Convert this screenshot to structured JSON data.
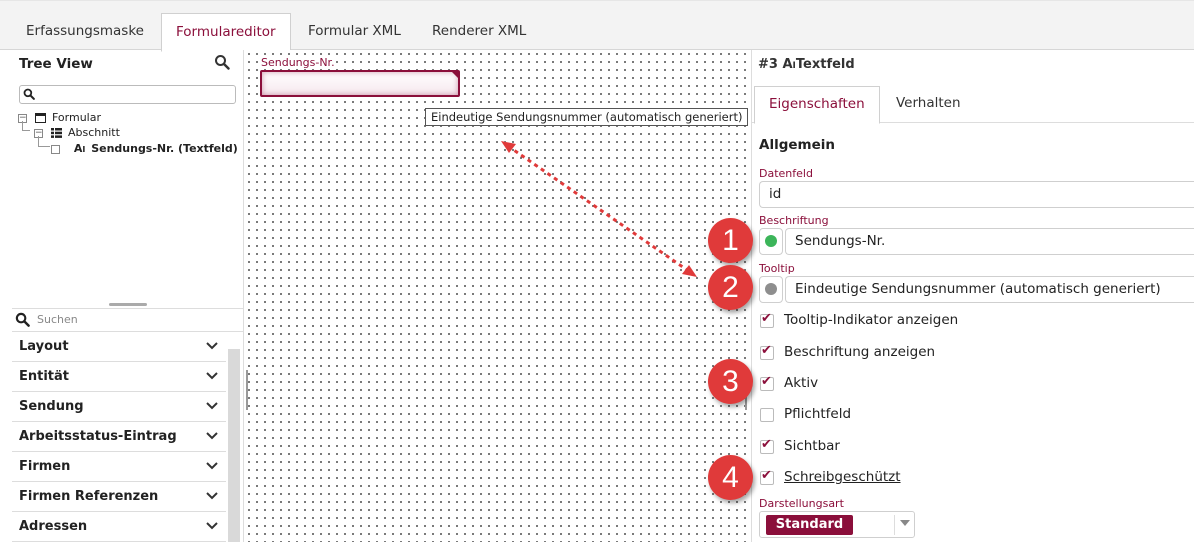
{
  "tabs": [
    {
      "label": "Erfassungsmaske"
    },
    {
      "label": "Formulareditor"
    },
    {
      "label": "Formular XML"
    },
    {
      "label": "Renderer XML"
    }
  ],
  "tree_view": {
    "title": "Tree View",
    "search_value": "",
    "nodes": [
      {
        "label": "Formular"
      },
      {
        "label": "Abschnitt"
      },
      {
        "label": "Sendungs-Nr. (Textfeld)"
      }
    ]
  },
  "palette": {
    "search_placeholder": "Suchen",
    "items": [
      {
        "label": "Layout"
      },
      {
        "label": "Entität"
      },
      {
        "label": "Sendung"
      },
      {
        "label": "Arbeitsstatus-Eintrag"
      },
      {
        "label": "Firmen"
      },
      {
        "label": "Firmen Referenzen"
      },
      {
        "label": "Adressen"
      }
    ]
  },
  "canvas": {
    "field_label": "Sendungs-Nr.",
    "tooltip_preview": "Eindeutige Sendungsnummer (automatisch generiert)"
  },
  "properties": {
    "header_id": "#3",
    "header_icon": "A",
    "header_type": "Textfeld",
    "tabs": [
      {
        "label": "Eigenschaften"
      },
      {
        "label": "Verhalten"
      }
    ],
    "section": "Allgemein",
    "datenfeld": {
      "label": "Datenfeld",
      "value": "id"
    },
    "beschriftung": {
      "label": "Beschriftung",
      "value": "Sendungs-Nr.",
      "status_color": "#3cb55a"
    },
    "tooltip": {
      "label": "Tooltip",
      "value": "Eindeutige Sendungsnummer (automatisch generiert)",
      "status_color": "#8e8e8e"
    },
    "checkboxes": [
      {
        "label": "Tooltip-Indikator anzeigen",
        "checked": true
      },
      {
        "label": "Beschriftung anzeigen",
        "checked": true
      },
      {
        "label": "Aktiv",
        "checked": true
      },
      {
        "label": "Pflichtfeld",
        "checked": false
      },
      {
        "label": "Sichtbar",
        "checked": true
      },
      {
        "label": "Schreibgeschützt",
        "checked": true
      }
    ],
    "darstellungsart": {
      "label": "Darstellungsart",
      "value": "Standard"
    }
  },
  "annotations": [
    "1",
    "2",
    "3",
    "4"
  ],
  "colors": {
    "accent": "#8b0f3b",
    "annotation": "#e03a3a"
  }
}
